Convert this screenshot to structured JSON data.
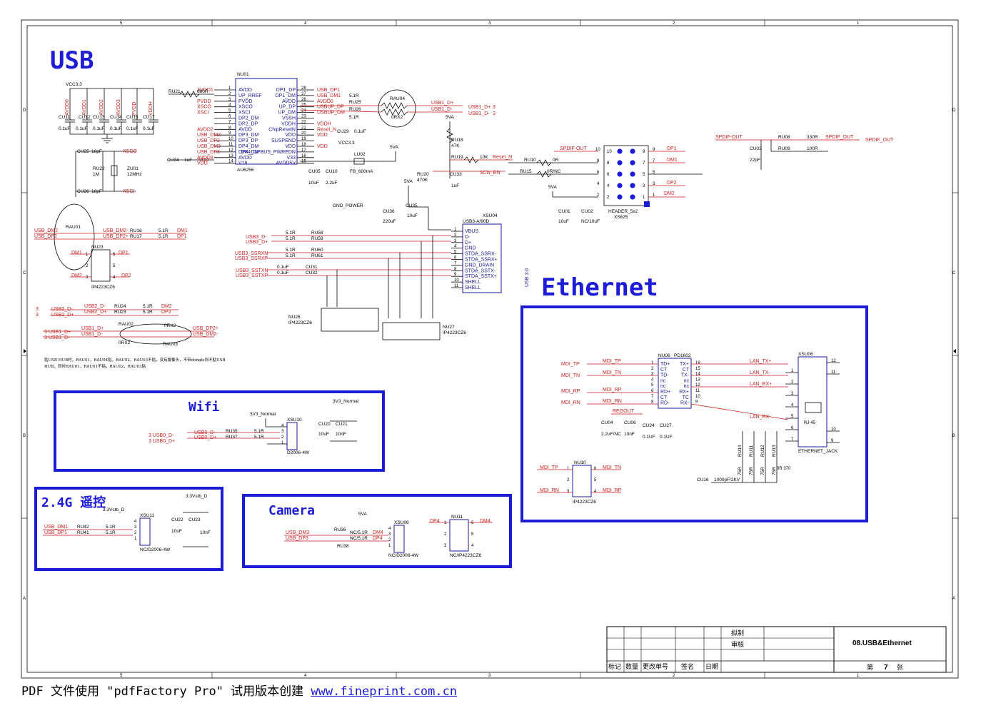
{
  "sections": {
    "usb": "USB",
    "usb3": "USB 3.0",
    "ethernet": "Ethernet",
    "wifi": "Wifi",
    "rf24": "2.4G 遥控",
    "camera": "Camera"
  },
  "border": {
    "top_cols": [
      "5",
      "4",
      "3",
      "2",
      "1"
    ],
    "side_rows": [
      "D",
      "C",
      "B",
      "A"
    ]
  },
  "hub_chip": {
    "ref": "NU01",
    "part": "AU6256",
    "left_pins": [
      {
        "num": "1",
        "name": "AVDD",
        "net": "AVDD1"
      },
      {
        "num": "2",
        "name": "UP_RREF",
        "net": ""
      },
      {
        "num": "3",
        "name": "PVDD",
        "net": "PVDD"
      },
      {
        "num": "4",
        "name": "XSCO",
        "net": "XSCO"
      },
      {
        "num": "5",
        "name": "XSCI",
        "net": "XSCI"
      },
      {
        "num": "6",
        "name": "DP2_DM",
        "net": ""
      },
      {
        "num": "7",
        "name": "DP2_DP",
        "net": ""
      },
      {
        "num": "8",
        "name": "AVDD",
        "net": "AVDD2"
      },
      {
        "num": "9",
        "name": "DP3_DM",
        "net": "USB_DM2"
      },
      {
        "num": "10",
        "name": "DP3_DP",
        "net": "USB_DP2"
      },
      {
        "num": "11",
        "name": "DP4_DM",
        "net": "USB_DM3"
      },
      {
        "num": "12",
        "name": "DP4_DM",
        "net": "USB_DP3"
      },
      {
        "num": "13",
        "name": "AVDD",
        "net": "AVDD3"
      },
      {
        "num": "14",
        "name": "V18",
        "net": "VDD"
      }
    ],
    "right_pins": [
      {
        "num": "28",
        "name": "DP1_DP",
        "net": "USB_DP1"
      },
      {
        "num": "27",
        "name": "DP1_DM",
        "net": "USB_DM1"
      },
      {
        "num": "26",
        "name": "AVDD",
        "net": "AVDD0"
      },
      {
        "num": "25",
        "name": "UP_DP",
        "net": "USBUP_DP"
      },
      {
        "num": "24",
        "name": "UP_DM",
        "net": "USBUP_DM"
      },
      {
        "num": "23",
        "name": "VSSH",
        "net": ""
      },
      {
        "num": "22",
        "name": "VDDH",
        "net": "VDDH"
      },
      {
        "num": "21",
        "name": "ChipResetN",
        "net": "Reset_N"
      },
      {
        "num": "20",
        "name": "VDD",
        "net": "VDD"
      },
      {
        "num": "19",
        "name": "SUSPEND",
        "net": ""
      },
      {
        "num": "18",
        "name": "VDD",
        "net": "VDD"
      },
      {
        "num": "17",
        "name": "DP4_DPBUS_PWREDN",
        "net": ""
      },
      {
        "num": "16",
        "name": "V33",
        "net": ""
      },
      {
        "num": "15",
        "name": "AVDD5V",
        "net": ""
      }
    ]
  },
  "top_caps": {
    "rail": "VCC3.3",
    "nets": [
      "AVDD0",
      "AVDD1",
      "AVDD2",
      "AVDD3",
      "PVDD",
      "VDDH"
    ],
    "refs": [
      "CU11",
      "CU12",
      "CU13",
      "CU14",
      "CU15",
      "CU17"
    ],
    "values": [
      "0.1uF",
      "0.1uF",
      "0.1uF",
      "0.1uF",
      "0.1uF",
      "0.1uF"
    ]
  },
  "misc": {
    "ru21": "RU21",
    "ru21_val": "680R",
    "cu25": "CU25",
    "cu25_val": "18pF",
    "cu26": "CU26",
    "cu26_val": "18pF",
    "ru22": "RU22",
    "ru22_val": "1M",
    "zu01": "ZU01",
    "zu01_val": "12MHz",
    "xsco": "XSCO",
    "xsci": "XSCI",
    "cu34": "CU34",
    "cu34_val": "1uF",
    "vdd": "VDD",
    "cu29": "CU29",
    "cu29_val": "0.1uF",
    "vcc33": "VCC3.3",
    "lu02": "LU02",
    "lu02_val": "FB_600mA",
    "cu05": "CU05",
    "cu05_val": "10uF",
    "cu10": "CU10",
    "cu10_val": "2.2uF",
    "gnd_power": "GND_POWER",
    "5va": "5VA",
    "ru25": "RU25",
    "ru26": "RU26",
    "r51": "5.1R",
    "rau04": "RAU04",
    "rau04_val": "0RX2",
    "usb1_dp": "USB1_D+",
    "usb1_dm": "USB1_D-",
    "sheet3": "3",
    "ru18": "RU18",
    "ru18_val": "47K",
    "ru19": "RU19",
    "ru19_val": "10K",
    "reset_n": "Reset_N",
    "ru20": "RU20",
    "ru20_val": "470K",
    "cu33": "CU33",
    "cu33_val": "1uF",
    "ru10": "RU10",
    "ru10_val": "0R",
    "ru15": "RU15",
    "ru15_val": "0R/NC",
    "scn_en": "SCN_EN",
    "spdif_out": "SPDIF-OUT",
    "cu01": "CU01",
    "cu01_val": "10uF",
    "cu02": "CU02",
    "cu02_val": "NC/10uF",
    "header": "HEADER_5x2",
    "xs625": "XS625",
    "dp1": "DP1",
    "dm1": "DM1",
    "dp2": "DP2",
    "dm2": "DM2",
    "spdif_out2": "SPDIF-OUT",
    "ru08": "RU08",
    "ru08_val": "330R",
    "spdif_out3": "SPDIF_OUT",
    "spdif_out4": "SPDIF_OUT",
    "ru09": "RU09",
    "ru09_val": "100R",
    "cu03": "CU03",
    "cu03_val": "22pF",
    "cu35": "CU35",
    "cu35_val": "10uF",
    "cu36": "CU36",
    "cu36_val": "220uF"
  },
  "usb3_conn": {
    "ref": "XSU04",
    "part": "USB3-A/90D",
    "pins": [
      {
        "num": "1",
        "name": "VBUS"
      },
      {
        "num": "2",
        "name": "D-"
      },
      {
        "num": "3",
        "name": "D+"
      },
      {
        "num": "4",
        "name": "GND"
      },
      {
        "num": "5",
        "name": "STDA_SSRX-"
      },
      {
        "num": "6",
        "name": "STDA_SSRX+"
      },
      {
        "num": "7",
        "name": "GND_DRAIN"
      },
      {
        "num": "8",
        "name": "STDA_SSTX-"
      },
      {
        "num": "9",
        "name": "STDA_SSTX+"
      },
      {
        "num": "10",
        "name": "SHELL"
      },
      {
        "num": "11",
        "name": "SHELL"
      }
    ],
    "nets": [
      "USB3_D-",
      "USB3_D+",
      "USB3_SSRXN",
      "USB3_SSRXP",
      "USB3_SSTXN",
      "USB3_SSTXP"
    ],
    "res_refs": [
      "RU58",
      "RU59",
      "RU60",
      "RU61"
    ],
    "res_val": "5.1R",
    "cap_refs": [
      "CU31",
      "CU32"
    ],
    "cap_val": "0.1uF",
    "esd1": "NU26",
    "esd2": "NU27",
    "esd_part": "IP4223CZ6"
  },
  "left_mid": {
    "rau01": "RAU01",
    "nets_left": [
      "USB_DM2",
      "USB_DP2"
    ],
    "nets_mid": [
      "USB_DM2-",
      "USB_DP2+"
    ],
    "ru16": "RU16",
    "ru17": "RU17",
    "r51": "5.1R",
    "dm1": "DM1",
    "dp1": "DP1",
    "nu23": "NU23",
    "nu23_part": "IP4223CZ6",
    "dp1b": "DP1",
    "dm2": "DM2",
    "dp2": "DP2",
    "usb2_dm": "USB2_D-",
    "usb2_dp": "USB2_D+",
    "ru24": "RU24",
    "ru23": "RU23",
    "dm2b": "DM2",
    "dp2b": "DP2",
    "usb1_dp": "USB1_D+",
    "usb1_dm": "USB1_D-",
    "rau02": "RAU02",
    "rau02_val": "0RX2",
    "rau03": "RAU03",
    "rau03_val": "0RX2",
    "usb_dp2p": "USB_DP2+",
    "usb_dm2m": "USB_DM2-",
    "note1": "贴USB HUB时，RAU01，RAU04贴，RAU02，RAU03不贴，没有摄像头，不带dongle则不贴USB",
    "note2": "HUB，同时RAU01，RAU01不贴，RAU02，RAU03贴"
  },
  "wifi": {
    "rail1": "3V3_Normal",
    "rail2": "3V3_Normal",
    "nets": [
      "3 USB0_D-",
      "3 USB0_D+"
    ],
    "inner": [
      "USB0_D-",
      "USB0_D+"
    ],
    "ru35": "RU35",
    "ru37": "RU37",
    "r51": "5.1R",
    "conn": "XSU10",
    "conn_part": "D2006-4W",
    "cu20": "CU20",
    "cu20_val": "10uF",
    "cu21": "CU21",
    "cu21_val": "10nF"
  },
  "rf": {
    "rail": "3.3Vstb_D",
    "rail2": "3.3Vstb_D",
    "nets": [
      "USB_DM1",
      "USB_DP1"
    ],
    "ru42": "RU42",
    "ru41": "RU41",
    "r51": "5.1R",
    "conn": "XSU11",
    "conn_part": "NC/D2006-4W",
    "cu22": "CU22",
    "cu22_val": "10uF",
    "cu23": "CU23",
    "cu23_val": "10nF"
  },
  "camera": {
    "rail": "5VA",
    "nets": [
      "USB_DM3",
      "USB_DP3"
    ],
    "ru36": "RU36",
    "ru38": "RU38",
    "r": "NC/5.1R",
    "dm4": "DM4",
    "dp4": "DP4",
    "conn": "XSU08",
    "conn_part": "NC/D2006-4W",
    "nu11": "NU11",
    "nu11_part": "NC/IP4223CZ6",
    "dp4b": "DP4",
    "dm4b": "DM4"
  },
  "ethernet": {
    "chip": "NU06",
    "chip_part": "PD1602",
    "left_pins": [
      {
        "num": "1",
        "name": "TD+"
      },
      {
        "num": "2",
        "name": "CT"
      },
      {
        "num": "3",
        "name": "TD-"
      },
      {
        "num": "4",
        "name": "nc"
      },
      {
        "num": "5",
        "name": "nc"
      },
      {
        "num": "6",
        "name": "RD+"
      },
      {
        "num": "7",
        "name": "CT"
      },
      {
        "num": "8",
        "name": "RD-"
      }
    ],
    "right_pins": [
      {
        "num": "16",
        "name": "TX+"
      },
      {
        "num": "15",
        "name": "CT"
      },
      {
        "num": "14",
        "name": "TX-"
      },
      {
        "num": "13",
        "name": "nc"
      },
      {
        "num": "12",
        "name": "nc"
      },
      {
        "num": "11",
        "name": "RX+"
      },
      {
        "num": "10",
        "name": "TC"
      },
      {
        "num": "9",
        "name": "RX-"
      }
    ],
    "mdi": [
      "MDI_TP",
      "MDI_TN",
      "MDI_RP",
      "MDI_RN"
    ],
    "lan": [
      "LAN_TX+",
      "LAN_TX-",
      "LAN_RX+",
      "LAN_RX-"
    ],
    "regout": "REGOUT",
    "cu04": "CU04",
    "cu04_val": "2.2uF/NC",
    "cu06": "CU06",
    "cu06_val": "10nF",
    "cu24": "CU24",
    "cu24_val": "0.1UF",
    "cu27": "CU27",
    "cu27_val": "0.1UF",
    "res": [
      "RU14",
      "RU11",
      "RU12",
      "RU13"
    ],
    "res_val": "75R",
    "res_note": "0R 370",
    "cu16": "CU16",
    "cu16_val": "1000pF/2KV",
    "jack": "XSU06",
    "jack_part": "ETHERNET_JACK",
    "rj45": "RJ-45",
    "jack_pins": [
      "12",
      "11",
      "1",
      "2",
      "3",
      "4",
      "5",
      "6",
      "7",
      "8",
      "10",
      "9"
    ],
    "nu10": "NU10",
    "nu10_part": "IP4223CZ6"
  },
  "title_block": {
    "draft": "拟制",
    "review": "审核",
    "title": "08.USB&Ethernet",
    "headers": [
      "标记",
      "数量",
      "更改单号",
      "签名",
      "日期"
    ],
    "page_prefix": "第",
    "page_num": "7",
    "page_suffix": "张"
  },
  "footer": {
    "text": "PDF 文件使用 \"pdfFactory Pro\" 试用版本创建 ",
    "link": "www.fineprint.com.cn"
  }
}
